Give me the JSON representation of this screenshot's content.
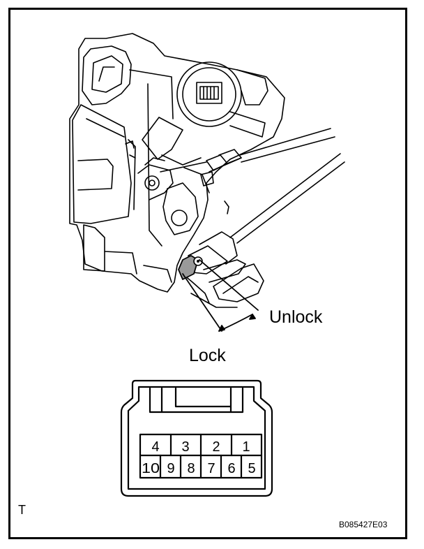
{
  "labels": {
    "unlock": "Unlock",
    "lock": "Lock",
    "view_marker": "T",
    "figure_code": "B085427E03"
  },
  "connector": {
    "top_row": [
      "4",
      "3",
      "2",
      "1"
    ],
    "bottom_row": [
      "10",
      "9",
      "8",
      "7",
      "6",
      "5"
    ]
  },
  "colors": {
    "line": "#000000",
    "background": "#ffffff"
  }
}
